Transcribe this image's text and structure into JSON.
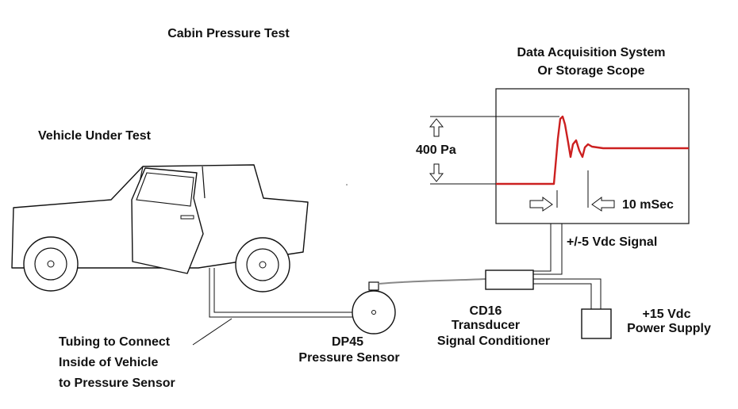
{
  "title": "Cabin Pressure Test",
  "daq": {
    "title_line1": "Data Acquisition System",
    "title_line2": "Or Storage Scope",
    "pressure_label": "400 Pa",
    "time_label": "10 mSec"
  },
  "vehicle_label": "Vehicle Under Test",
  "signal_label": "+/-5 Vdc Signal",
  "conditioner": {
    "line1": "CD16",
    "line2": "Transducer",
    "line3": "Signal Conditioner"
  },
  "power_supply": {
    "line1": "+15 Vdc",
    "line2": "Power Supply"
  },
  "sensor": {
    "line1": "DP45",
    "line2": "Pressure Sensor"
  },
  "tubing_label": {
    "line1": "Tubing to Connect",
    "line2": "Inside of Vehicle",
    "line3": "to Pressure Sensor"
  },
  "colors": {
    "waveform": "#cc2020",
    "cable": "#888888",
    "ink": "#111111"
  }
}
